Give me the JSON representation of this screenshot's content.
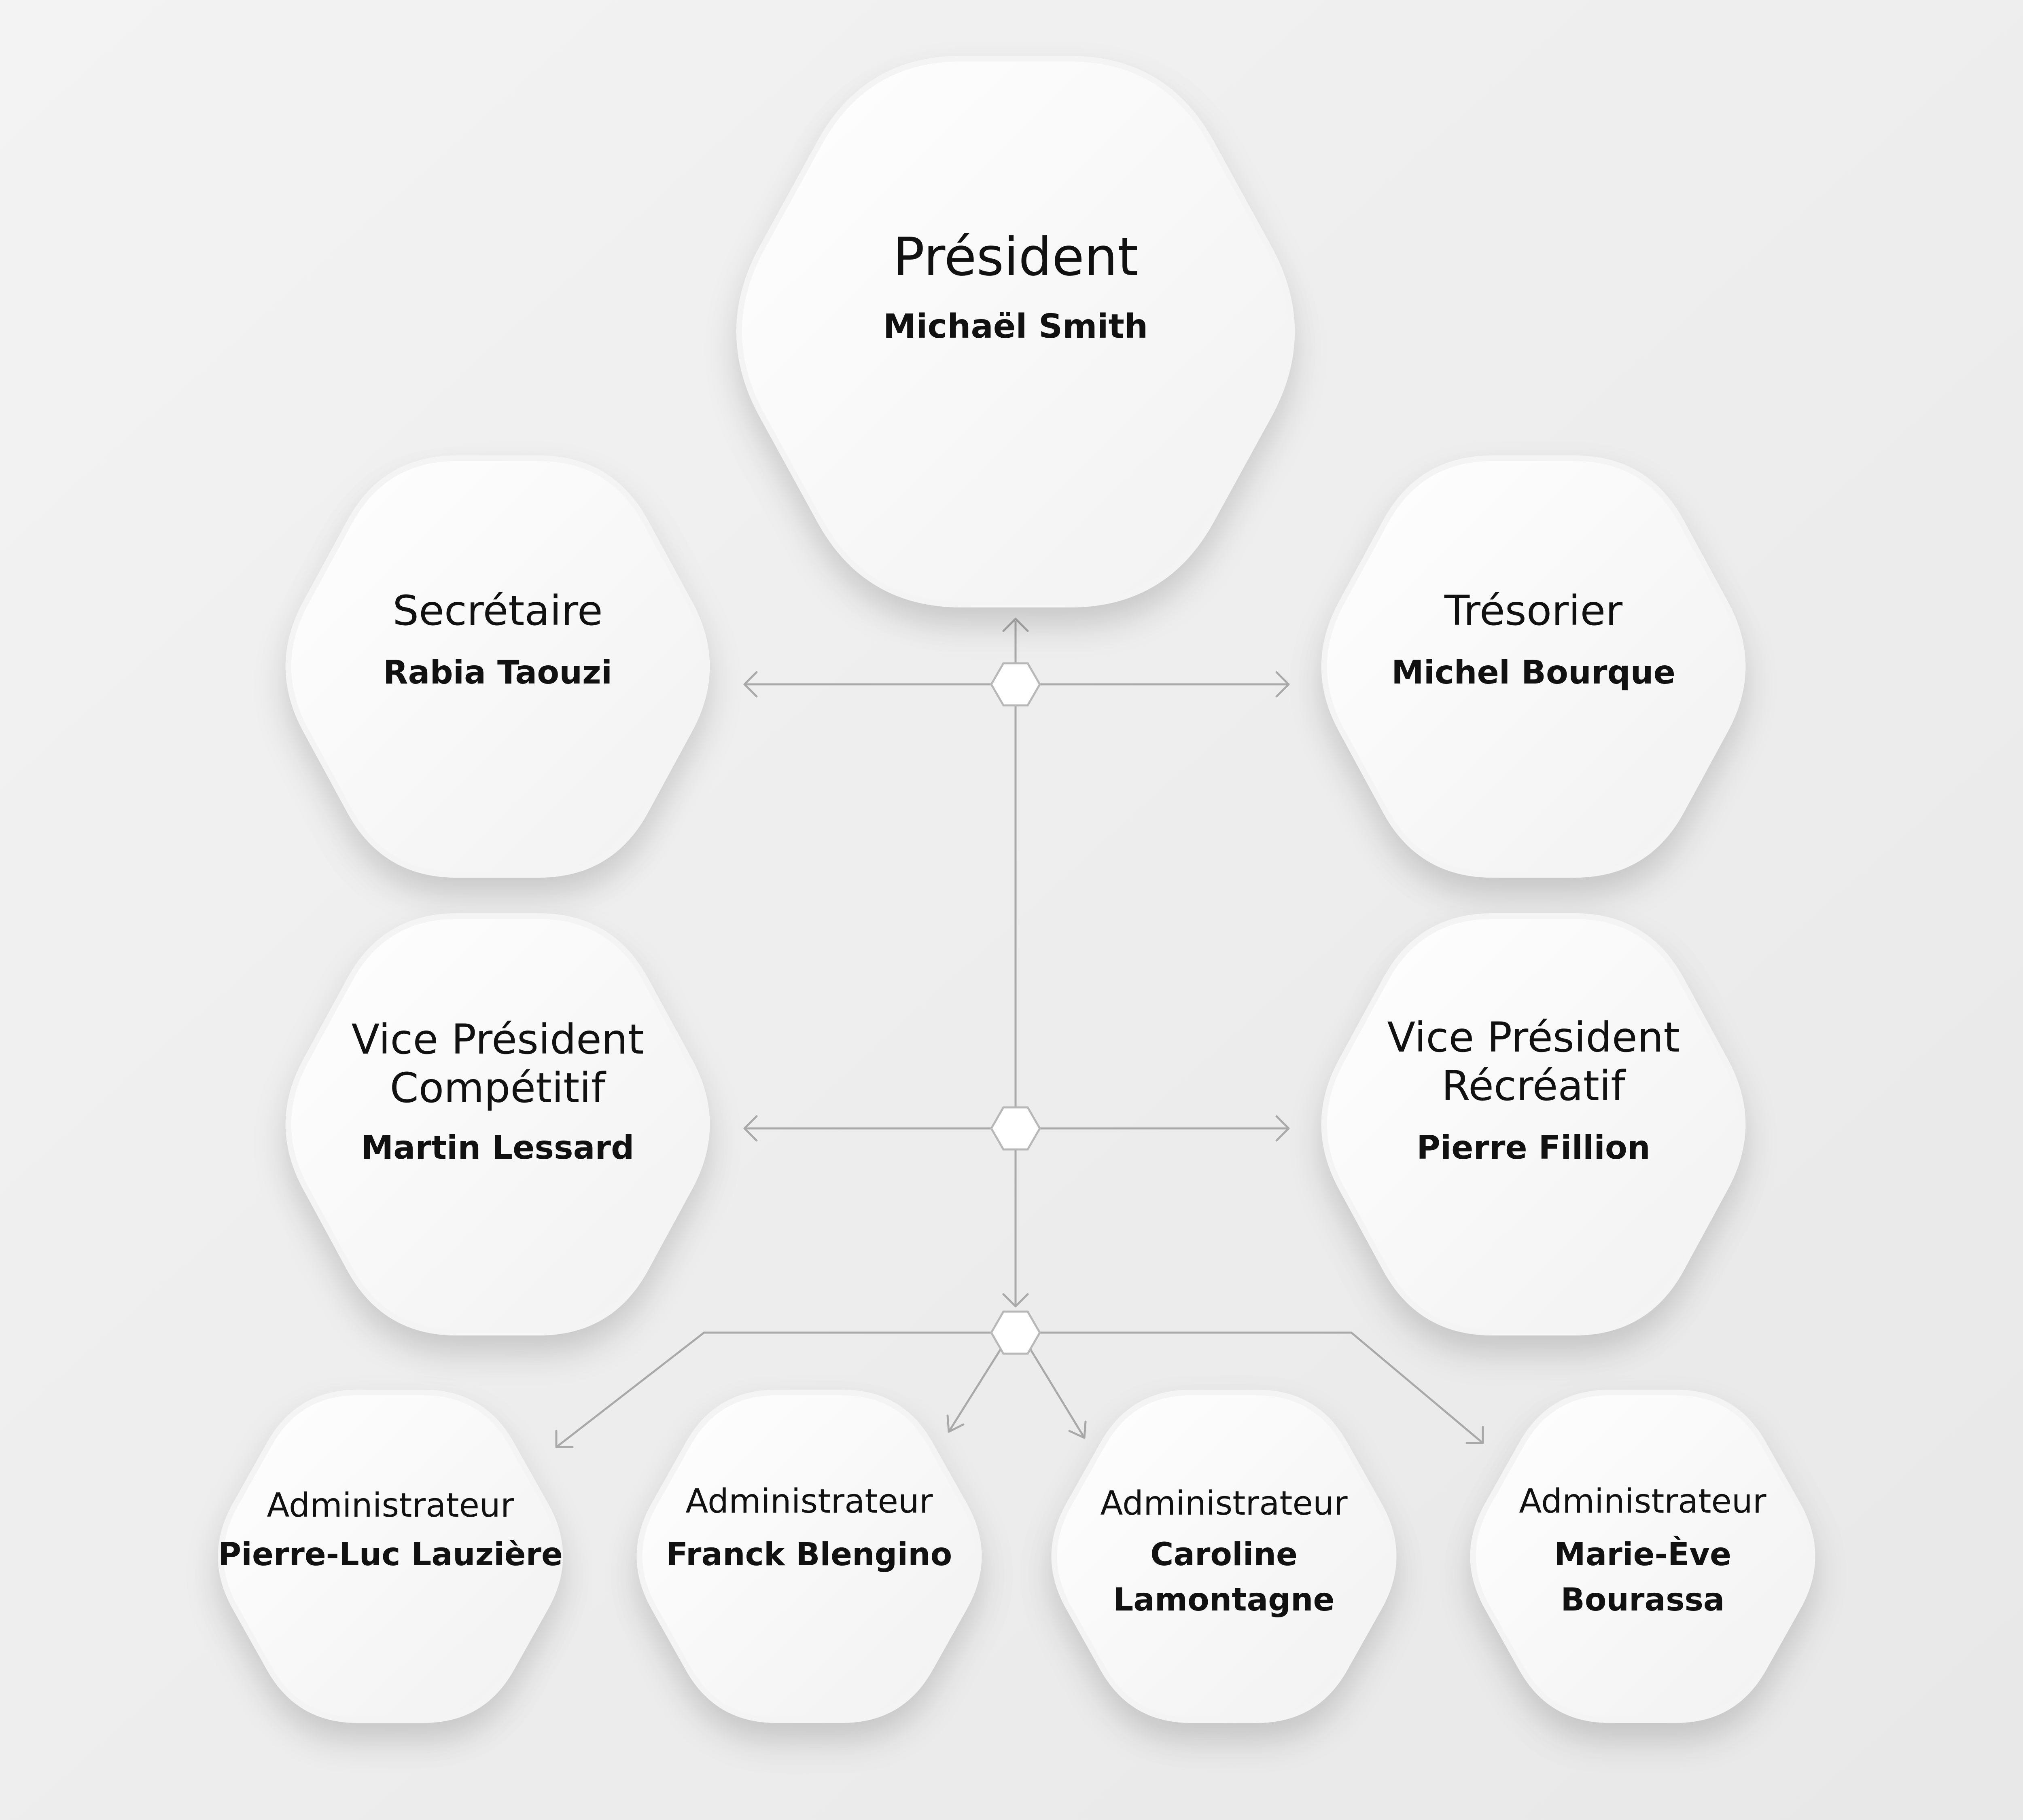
{
  "nodes": {
    "president": {
      "role": "Président",
      "name": "Michaël Smith"
    },
    "secretaire": {
      "role": "Secrétaire",
      "name": "Rabia Taouzi"
    },
    "tresorier": {
      "role": "Trésorier",
      "name": "Michel Bourque"
    },
    "vp_competitif": {
      "role": [
        "Vice Président",
        "Compétitif"
      ],
      "name": "Martin Lessard"
    },
    "vp_recreatif": {
      "role": [
        "Vice Président",
        "Récréatif"
      ],
      "name": "Pierre Fillion"
    },
    "admin1": {
      "role": "Administrateur",
      "name": "Pierre-Luc Lauzière"
    },
    "admin2": {
      "role": "Administrateur",
      "name": "Franck Blengino"
    },
    "admin3": {
      "role": "Administrateur",
      "name": [
        "Caroline",
        "Lamontagne"
      ]
    },
    "admin4": {
      "role": "Administrateur",
      "name": [
        "Marie-Ève",
        "Bourassa"
      ]
    }
  },
  "colors": {
    "background": "#ededed",
    "node_fill": "#fafafa",
    "node_stroke": "#f4f4f4",
    "connector": "#a9a9a9",
    "text": "#111111"
  }
}
